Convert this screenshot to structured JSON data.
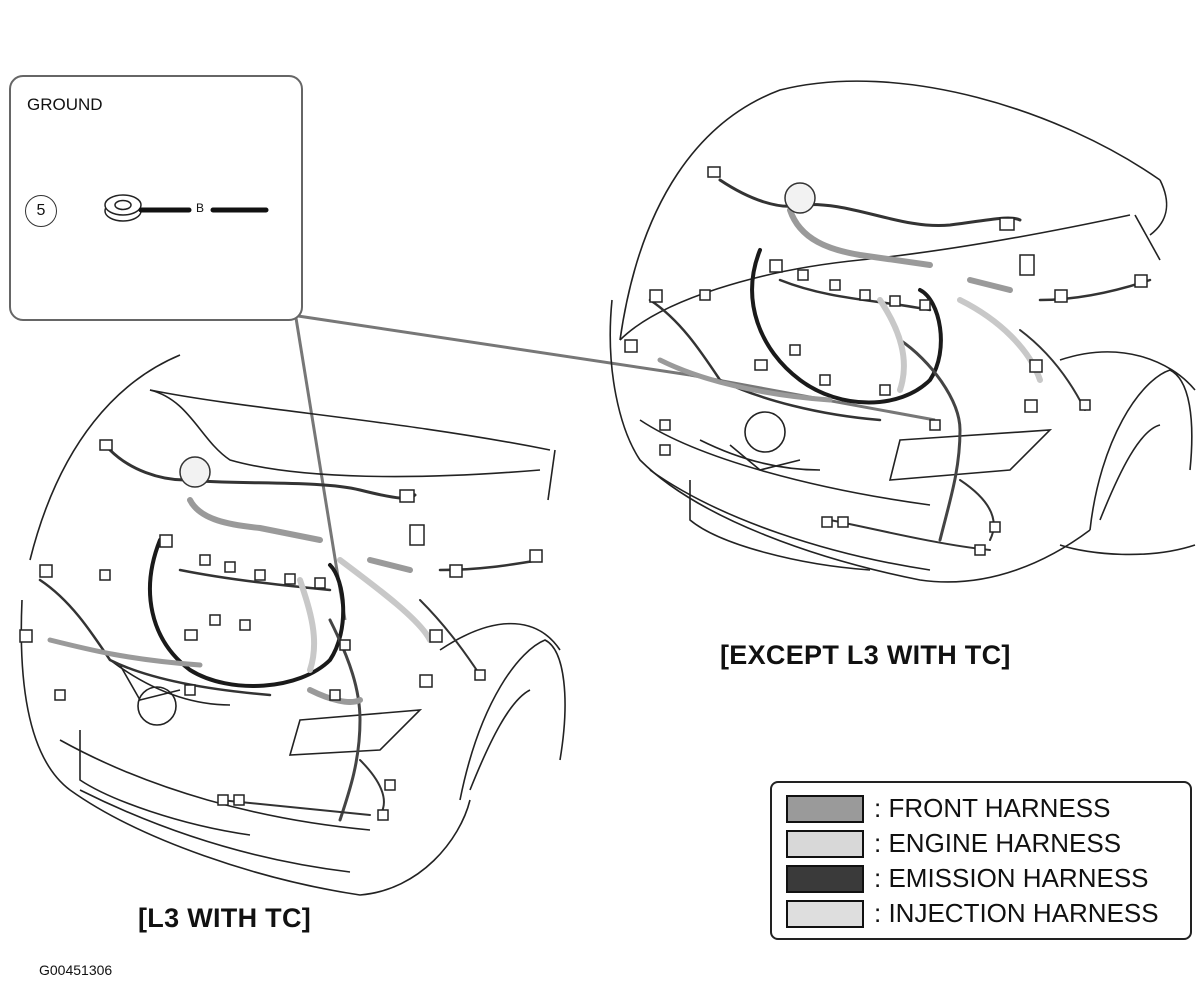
{
  "callout": {
    "title": "GROUND",
    "item_number": "5",
    "wire_code": "B"
  },
  "views": {
    "except_label": "[EXCEPT L3 WITH TC]",
    "l3_label": "[L3 WITH TC]"
  },
  "legend": {
    "items": [
      {
        "label": ": FRONT HARNESS",
        "color": "#9a9a9a"
      },
      {
        "label": ": ENGINE HARNESS",
        "color": "#d8d8d8"
      },
      {
        "label": ": EMISSION HARNESS",
        "color": "#3a3a3a"
      },
      {
        "label": ": INJECTION HARNESS",
        "color": "#dedede"
      }
    ]
  },
  "figure_code": "G00451306"
}
